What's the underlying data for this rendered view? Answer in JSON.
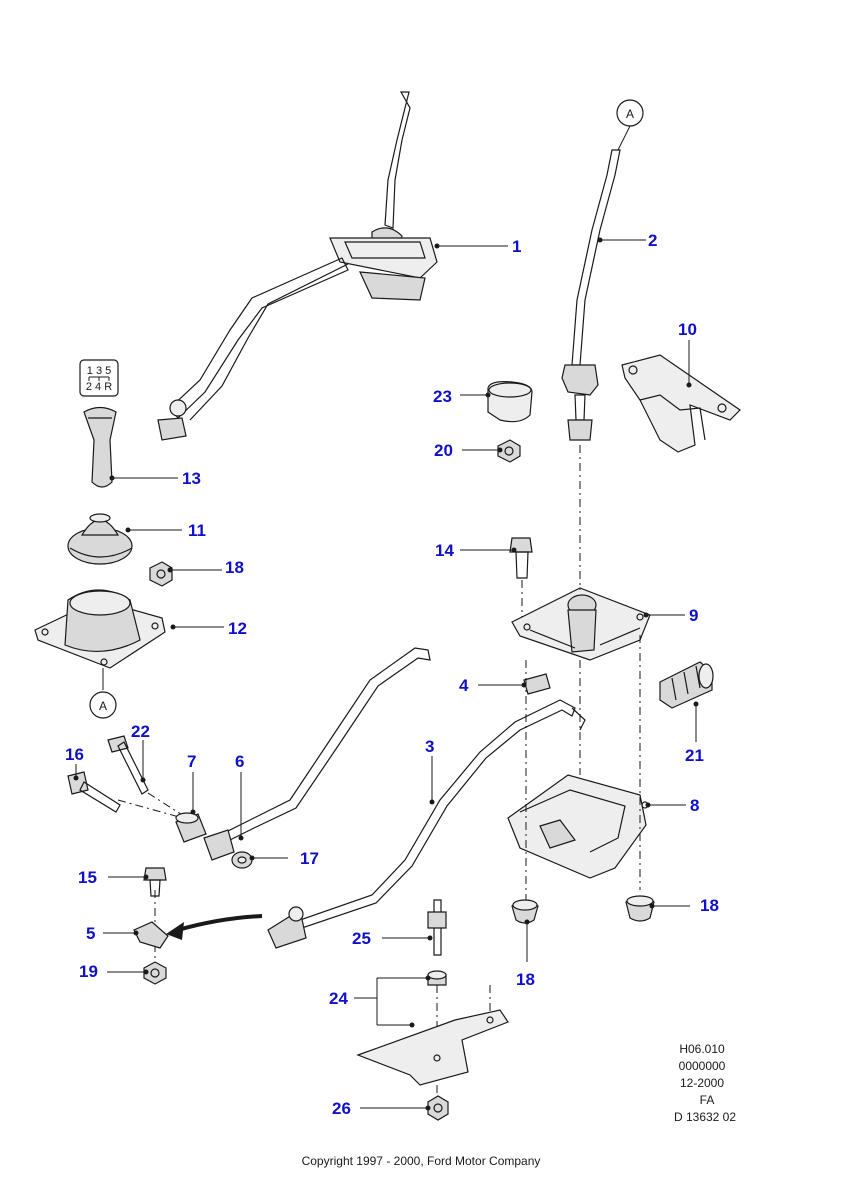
{
  "callouts": [
    "1",
    "2",
    "3",
    "4",
    "5",
    "6",
    "7",
    "8",
    "9",
    "10",
    "11",
    "12",
    "13",
    "14",
    "15",
    "16",
    "17",
    "18",
    "18",
    "18",
    "19",
    "20",
    "21",
    "22",
    "23",
    "24",
    "25",
    "26"
  ],
  "connector_label": "A",
  "shift_pattern": {
    "top": "1 3 5",
    "bottom": "2 4 R"
  },
  "reference_block": [
    "H06.010",
    "0000000",
    "12-2000",
    "FA",
    "D 13632 02"
  ],
  "copyright": "Copyright 1997 - 2000, Ford Motor Company"
}
